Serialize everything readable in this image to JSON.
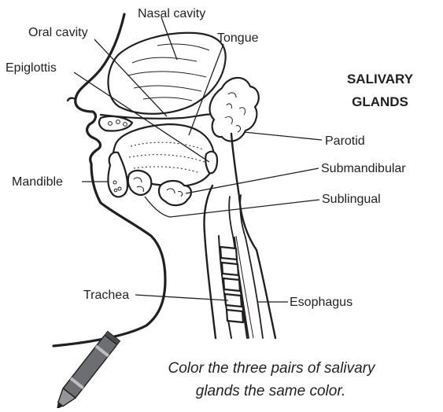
{
  "diagram": {
    "title_line1": "SALIVARY",
    "title_line2": "GLANDS",
    "labels": {
      "nasal_cavity": "Nasal cavity",
      "oral_cavity": "Oral cavity",
      "tongue": "Tongue",
      "epiglottis": "Epiglottis",
      "parotid": "Parotid",
      "submandibular": "Submandibular",
      "mandible": "Mandible",
      "sublingual": "Sublingual",
      "trachea": "Trachea",
      "esophagus": "Esophagus"
    },
    "instruction_line1": "Color the three pairs of salivary",
    "instruction_line2": "glands the same color."
  }
}
